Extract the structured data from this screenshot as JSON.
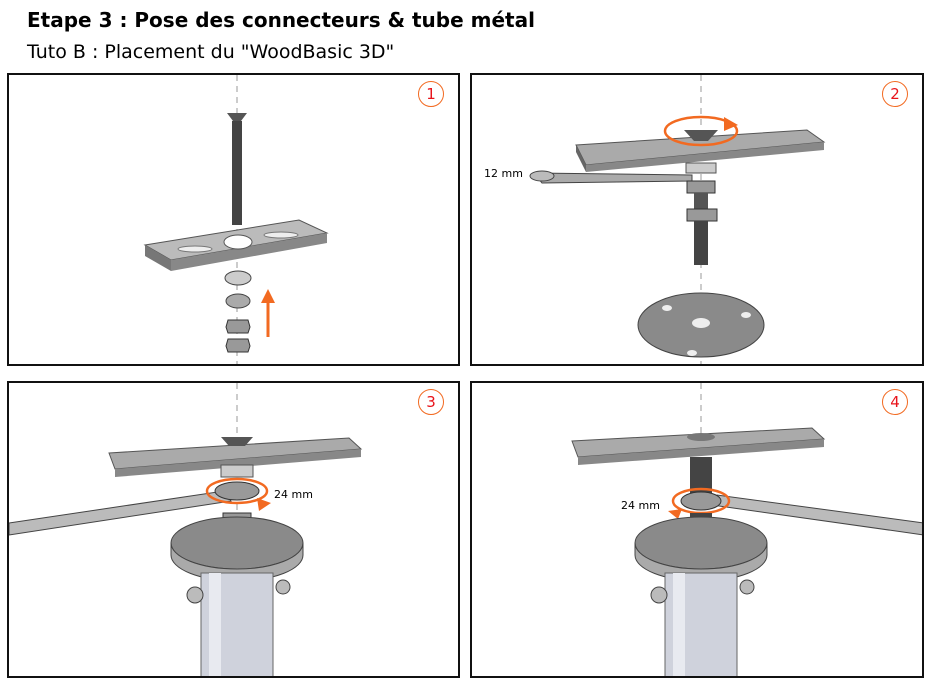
{
  "header": {
    "title": "Etape 3 : Pose des connecteurs & tube métal",
    "subtitle": "Tuto B : Placement du \"WoodBasic 3D\""
  },
  "colors": {
    "accent_orange": "#f26a21",
    "badge_number": "#e8141b",
    "metal": "#9a9a9a"
  },
  "panels": [
    {
      "number": "1"
    },
    {
      "number": "2",
      "wrench_label": "12 mm"
    },
    {
      "number": "3",
      "wrench_label": "24 mm"
    },
    {
      "number": "4",
      "wrench_label": "24 mm"
    }
  ]
}
